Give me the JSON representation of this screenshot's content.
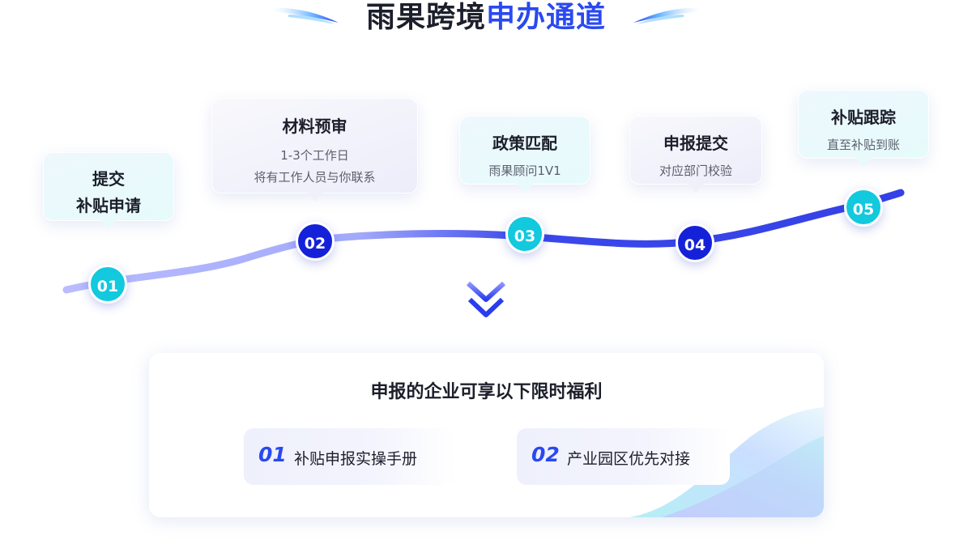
{
  "header": {
    "title_part1": "雨果跨境",
    "title_part2": "申办通道",
    "title_color_dark": "#1c1f2b",
    "title_color_accent": "#2a49f0"
  },
  "steps": [
    {
      "number": "01",
      "title_line1": "提交",
      "title_line2": "补贴申请",
      "desc": ""
    },
    {
      "number": "02",
      "title": "材料预审",
      "desc_line1": "1-3个工作日",
      "desc_line2": "将有工作人员与你联系"
    },
    {
      "number": "03",
      "title": "政策匹配",
      "desc": "雨果顾问1V1"
    },
    {
      "number": "04",
      "title": "申报提交",
      "desc": "对应部门校验"
    },
    {
      "number": "05",
      "title": "补贴跟踪",
      "desc": "直至补贴到账"
    }
  ],
  "benefits": {
    "title": "申报的企业可享以下限时福利",
    "items": [
      {
        "number": "01",
        "label": "补贴申报实操手册"
      },
      {
        "number": "02",
        "label": "产业园区优先对接"
      }
    ]
  },
  "icons": [
    "swoosh-left-icon",
    "swoosh-right-icon",
    "chevron-down-icon"
  ],
  "colors": {
    "cyan_step": "#12c9de",
    "blue_step": "#1521d8",
    "line_light": "#aab0ff",
    "line_dark": "#3b48ea"
  }
}
